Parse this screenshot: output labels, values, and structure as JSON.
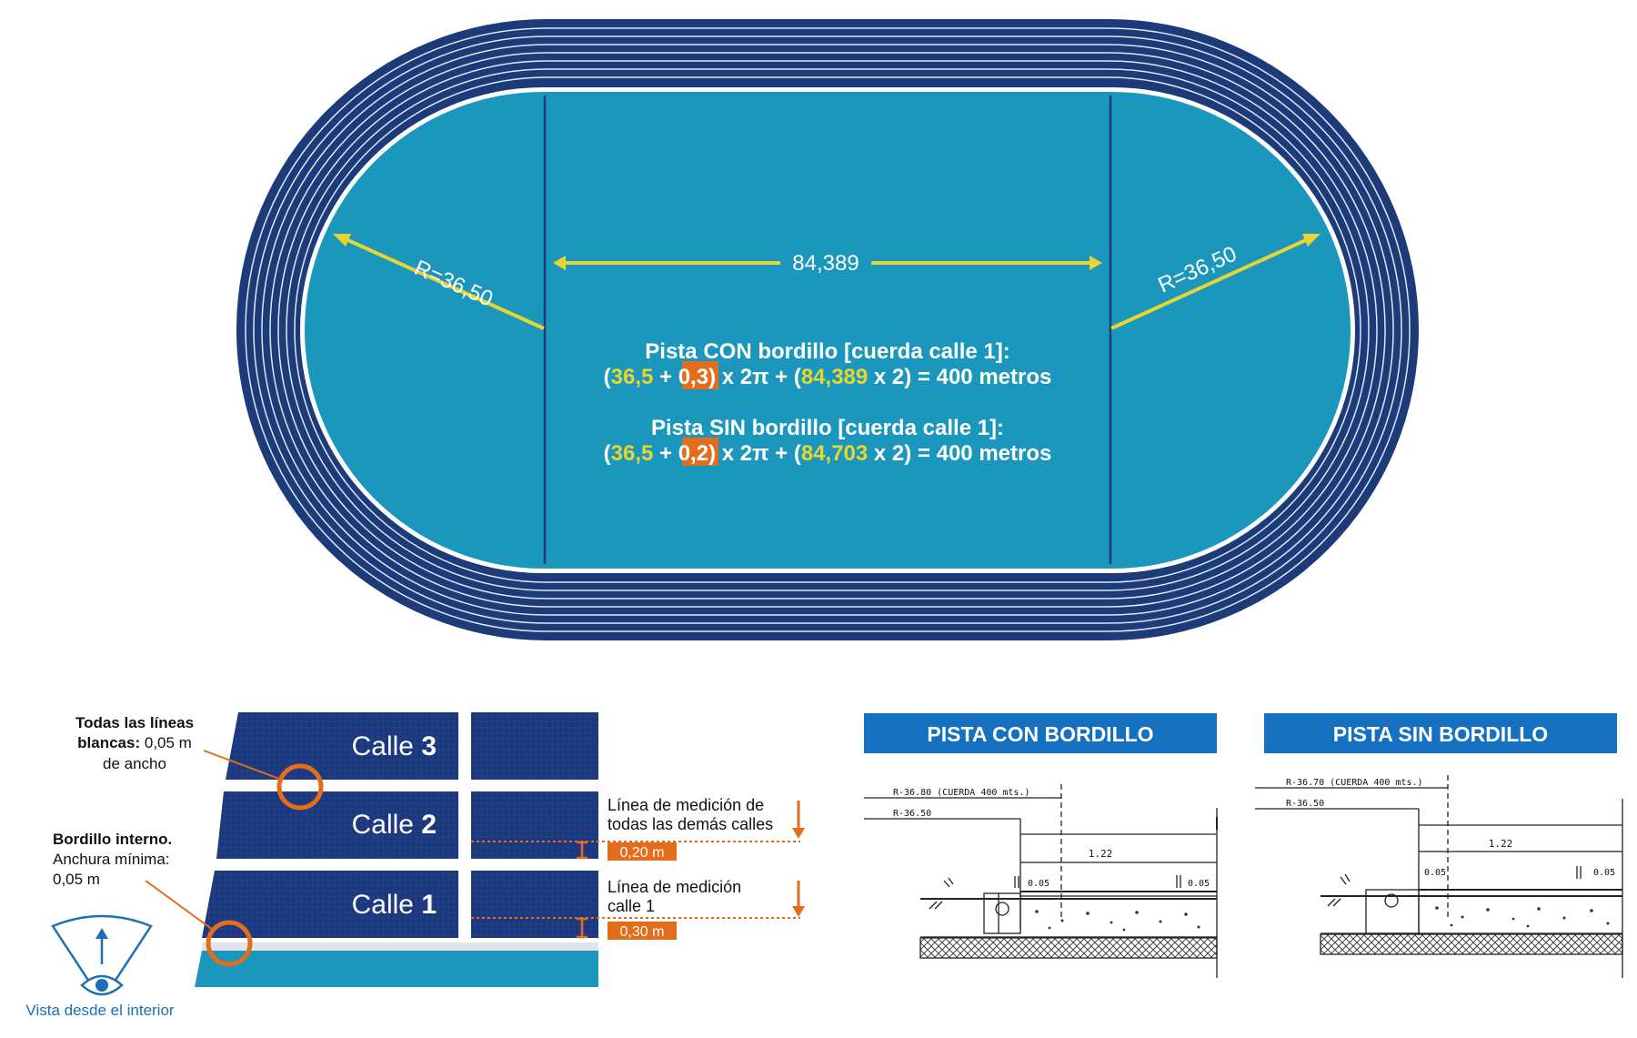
{
  "track": {
    "radius_left": "R=36,50",
    "radius_right": "R=36,50",
    "straight_length": "84,389",
    "formula_con_title": "Pista CON bordillo [cuerda calle 1]:",
    "formula_con": {
      "open": "(",
      "r": "36,5",
      "plus": "+",
      "offset": "0,3",
      "mid": ") x 2π + (",
      "straight": "84,389",
      "end": "x 2) = 400 metros"
    },
    "formula_sin_title": "Pista SIN bordillo [cuerda calle 1]:",
    "formula_sin": {
      "open": "(",
      "r": "36,5",
      "plus": "+",
      "offset": "0,2",
      "mid": ") x 2π + (",
      "straight": "84,703",
      "end": "x 2) = 400 metros"
    },
    "lanes": 8,
    "colors": {
      "outer_ring": "#1c3b78",
      "infield": "#1b97bd",
      "highlight_yellow": "#e8d531",
      "highlight_orange": "#e46d1b",
      "lane_line": "#ffffff"
    }
  },
  "lanes_detail": {
    "note_lines_bold": "Todas las líneas",
    "note_lines_bold2": "blancas:",
    "note_lines_value": "0,05 m",
    "note_lines_rest": "de ancho",
    "note_curb_title": "Bordillo interno.",
    "note_curb_l1": "Anchura mínima:",
    "note_curb_l2": "0,05 m",
    "lane3_word": "Calle",
    "lane3_num": "3",
    "lane2_word": "Calle",
    "lane2_num": "2",
    "lane1_word": "Calle",
    "lane1_num": "1",
    "measure_other_l1": "Línea de medición de",
    "measure_other_l2": "todas las demás calles",
    "measure_other_value": "0,20 m",
    "measure_lane1_l1": "Línea de medición",
    "measure_lane1_l2": "calle 1",
    "measure_lane1_value": "0,30 m",
    "view_caption": "Vista desde el interior"
  },
  "section_con": {
    "title": "PISTA CON BORDILLO",
    "r_cuerda": "R-36.80  (CUERDA 400 mts.)",
    "r_base": "R-36.50",
    "width": "1.22",
    "dim_left": "0.05",
    "dim_right": "0.05"
  },
  "section_sin": {
    "title": "PISTA SIN BORDILLO",
    "r_cuerda": "R-36.70  (CUERDA 400 mts.)",
    "r_base": "R-36.50",
    "width": "1.22",
    "dim_left": "0.05",
    "dim_right": "0.05"
  }
}
